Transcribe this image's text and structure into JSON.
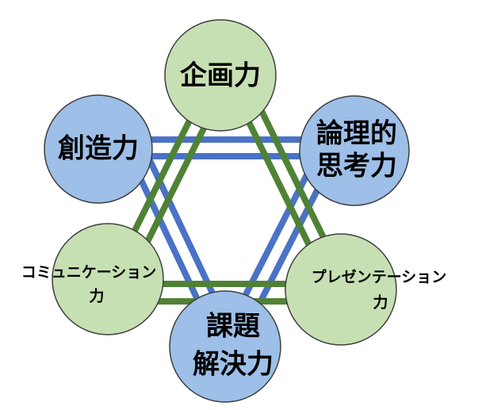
{
  "nodes": [
    {
      "id": "kikaku",
      "lines": [
        "企画力"
      ],
      "color": "green"
    },
    {
      "id": "ronri",
      "lines": [
        "論理的",
        "思考力"
      ],
      "color": "blue"
    },
    {
      "id": "presen",
      "lines": [
        "プレゼンテーション",
        "力"
      ],
      "color": "green"
    },
    {
      "id": "kadai",
      "lines": [
        "課題",
        "解決力"
      ],
      "color": "blue"
    },
    {
      "id": "comm",
      "lines": [
        "コミュニケーション",
        "力"
      ],
      "color": "green"
    },
    {
      "id": "souzou",
      "lines": [
        "創造力"
      ],
      "color": "blue"
    }
  ],
  "colors": {
    "blue_fill": "#9dbfe8",
    "green_fill": "#c7e0b3",
    "circle_stroke": "#3e3e3e",
    "blue_line": "#4a72c6",
    "green_line": "#508236"
  }
}
